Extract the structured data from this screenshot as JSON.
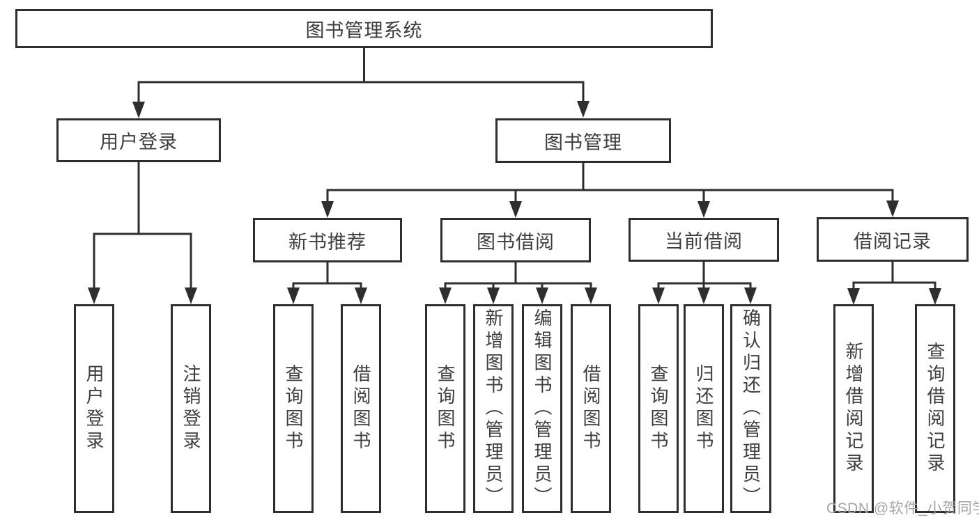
{
  "colors": {
    "line": "#2e2e2e",
    "box_fill": "#ffffff",
    "text": "#3d3d3d",
    "watermark": "#a5a5a5"
  },
  "watermark": {
    "text": "CSDN @软件_小贺同学"
  },
  "nodes": {
    "root": {
      "label": "图书管理系统"
    },
    "user_login": {
      "label": "用户登录"
    },
    "book_mgmt": {
      "label": "图书管理"
    },
    "new_book_rec": {
      "label": "新书推荐"
    },
    "book_borrow": {
      "label": "图书借阅"
    },
    "current_borrow": {
      "label": "当前借阅"
    },
    "borrow_records": {
      "label": "借阅记录"
    },
    "leaf_user_login": {
      "label": "用户登录"
    },
    "leaf_logout": {
      "label": "注销登录"
    },
    "leaf_query_book_rec": {
      "label": "查询图书"
    },
    "leaf_borrow_book_rec": {
      "label": "借阅图书"
    },
    "leaf_query_book_borrow": {
      "label": "查询图书"
    },
    "leaf_add_book_admin": {
      "label": "新增图书（管理员）"
    },
    "leaf_edit_book_admin": {
      "label": "编辑图书（管理员）"
    },
    "leaf_borrow_book_borrow": {
      "label": "借阅图书"
    },
    "leaf_query_book_current": {
      "label": "查询图书"
    },
    "leaf_return_book": {
      "label": "归还图书"
    },
    "leaf_confirm_return_admin": {
      "label": "确认归还（管理员）"
    },
    "leaf_add_borrow_record": {
      "label": "新增借阅记录"
    },
    "leaf_query_borrow_record": {
      "label": "查询借阅记录"
    }
  },
  "hierarchy": {
    "图书管理系统": [
      "用户登录",
      "图书管理"
    ],
    "用户登录": [
      "用户登录",
      "注销登录"
    ],
    "图书管理": [
      "新书推荐",
      "图书借阅",
      "当前借阅",
      "借阅记录"
    ],
    "新书推荐": [
      "查询图书",
      "借阅图书"
    ],
    "图书借阅": [
      "查询图书",
      "新增图书（管理员）",
      "编辑图书（管理员）",
      "借阅图书"
    ],
    "当前借阅": [
      "查询图书",
      "归还图书",
      "确认归还（管理员）"
    ],
    "借阅记录": [
      "新增借阅记录",
      "查询借阅记录"
    ]
  }
}
